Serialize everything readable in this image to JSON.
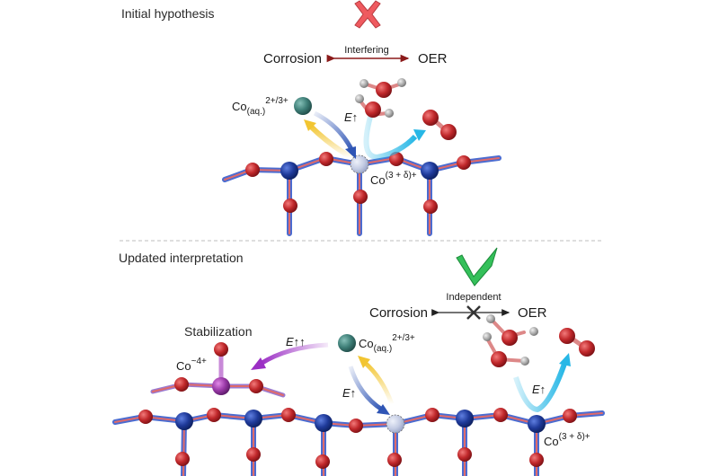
{
  "sections": {
    "top": {
      "title": "Initial hypothesis",
      "verdict_icon": "red-cross-icon",
      "relation_label": "Interfering",
      "left_process": "Corrosion",
      "right_process": "OER",
      "co_aq_base": "Co",
      "co_aq_sub": "(aq.)",
      "co_aq_sup": "2+/3+",
      "co_site_base": "Co",
      "co_site_sup": "(3 + δ)+",
      "potential_label": "E",
      "potential_arrows": "↑"
    },
    "bottom": {
      "title": "Updated interpretation",
      "verdict_icon": "green-check-icon",
      "relation_label": "Independent",
      "left_process": "Corrosion",
      "right_process": "OER",
      "stabilization_label": "Stabilization",
      "co4_base": "Co",
      "co4_sup": "~4+",
      "co_aq_base": "Co",
      "co_aq_sub": "(aq.)",
      "co_aq_sup": "2+/3+",
      "co_site_base": "Co",
      "co_site_sup": "(3 + δ)+",
      "potential_label": "E",
      "potential_arrows_single": "↑",
      "potential_arrows_double": "↑↑"
    }
  },
  "colors": {
    "oxygen": "#c0282b",
    "cobalt": "#1f3a9a",
    "cobalt_site": "#c3cbe3",
    "cobalt_aq": "#3f7f78",
    "cobalt_4plus": "#9a3aa8",
    "hydrogen": "#a8a8a8",
    "arrow_yellow": "#f2c531",
    "arrow_blue": "#2f55b5",
    "arrow_cyan": "#27b7e6",
    "arrow_purple": "#9b2fc4",
    "cross_red": "#ef5a5f",
    "check_green": "#34c05a",
    "relation_red": "#8b1a1a",
    "divider": "#bdbdbd"
  }
}
